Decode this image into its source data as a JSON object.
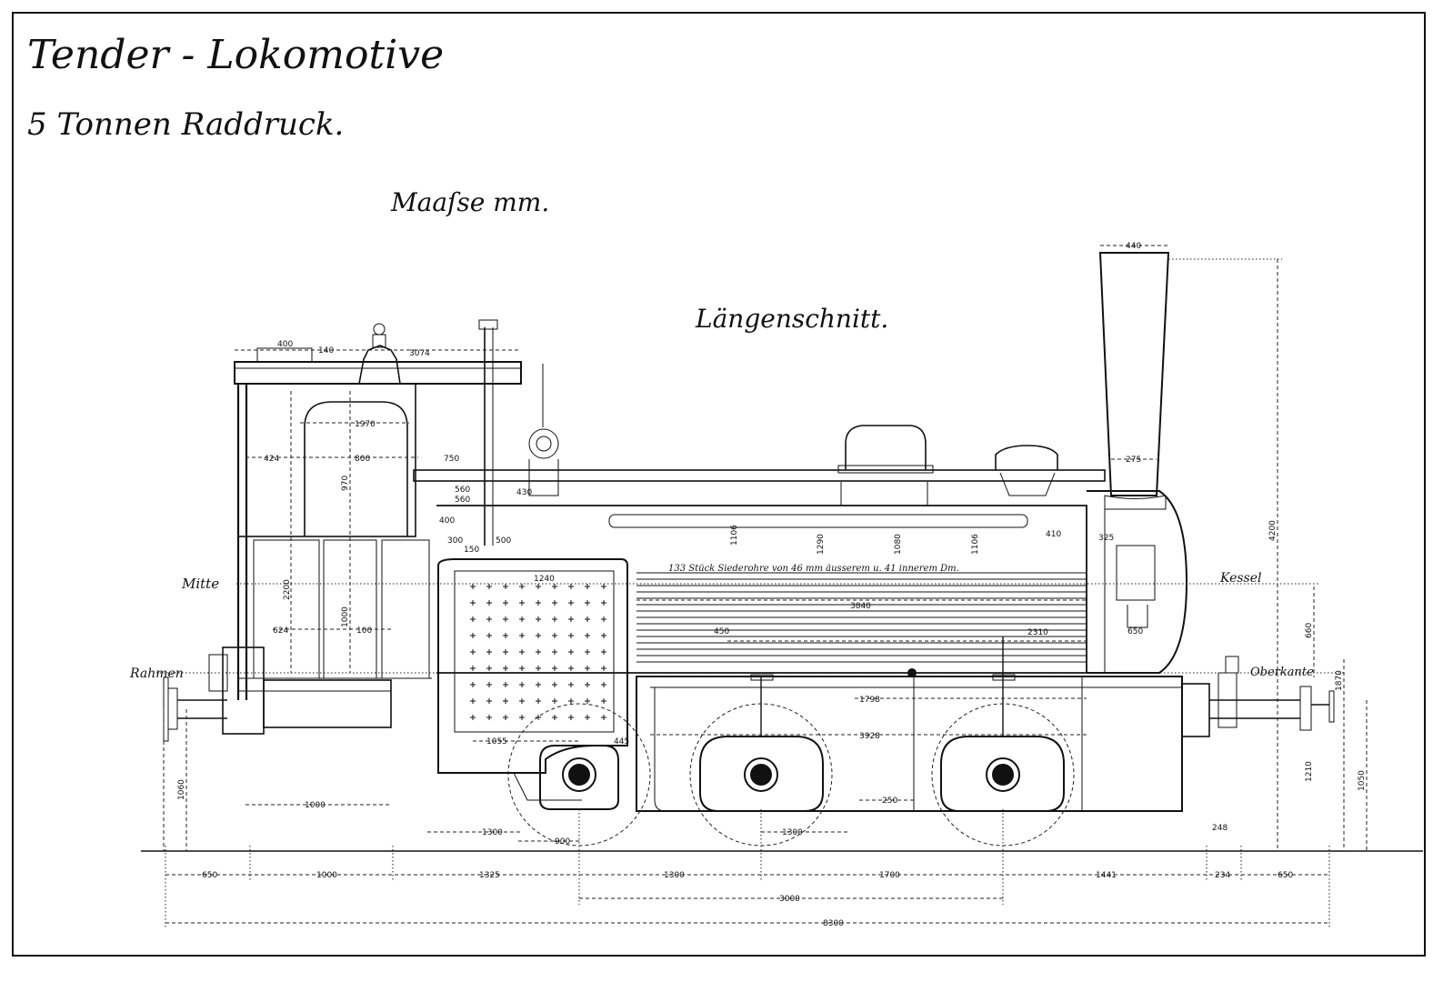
{
  "drawing": {
    "title": "Tender - Lokomotive",
    "subtitle": "5 Tonnen Raddruck.",
    "units_note": "Maaſse mm.",
    "section_title": "Längenschnitt."
  },
  "labels": {
    "mitte": "Mitte",
    "kessel": "Kessel",
    "rahmen": "Rahmen",
    "oberkante": "Oberkante",
    "tube_note": "133 Stück Siederohre von 46 mm äusserem u. 41 innerem Dm."
  },
  "dimensions": {
    "bottom_row": [
      "650",
      "1000",
      "1325",
      "1300",
      "1700",
      "1441",
      "234",
      "650"
    ],
    "wheelbase": "3000",
    "overall_length": "8300",
    "chimney_top": "440",
    "chimney_base": "275",
    "heights": [
      "4200",
      "1870",
      "1210",
      "1050",
      "660",
      "1060",
      "2200"
    ],
    "cab": [
      "400",
      "140",
      "3074",
      "1970",
      "800",
      "750",
      "424",
      "970",
      "1000",
      "624",
      "100"
    ],
    "boiler": [
      "1106",
      "1290",
      "1080",
      "1106",
      "410",
      "325",
      "650",
      "2310",
      "3840",
      "1798",
      "3928",
      "450",
      "250",
      "1300",
      "900",
      "1055",
      "445",
      "1000",
      "1300",
      "248"
    ],
    "firebox": [
      "560",
      "560",
      "430",
      "300",
      "500",
      "1240",
      "150",
      "400"
    ]
  }
}
